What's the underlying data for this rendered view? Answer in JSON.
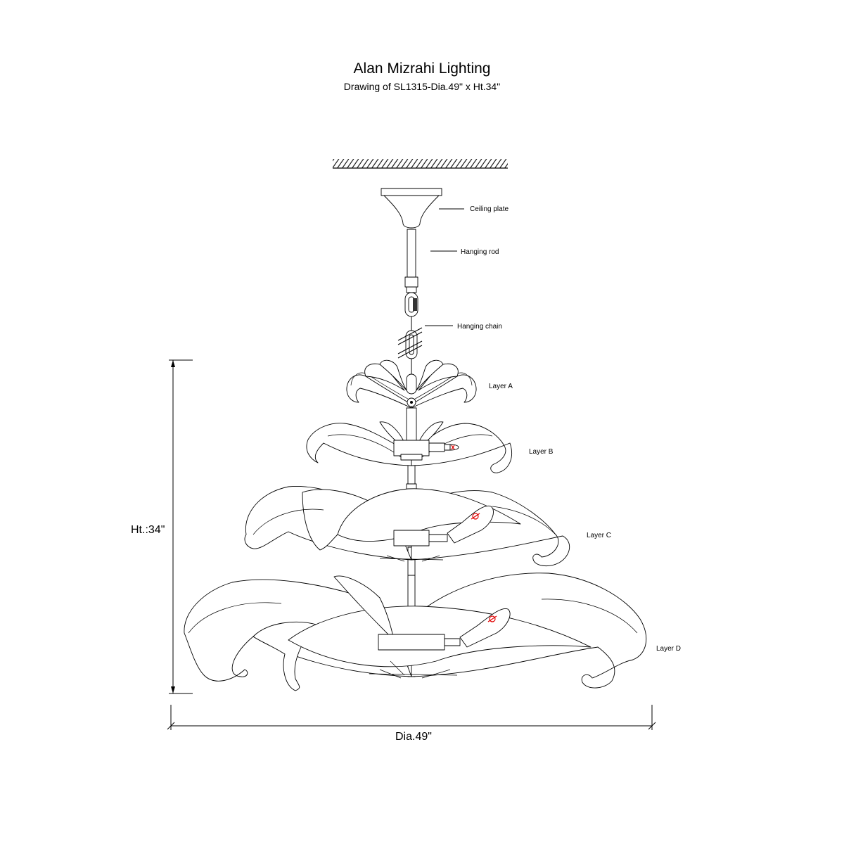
{
  "header": {
    "title": "Alan Mizrahi Lighting",
    "subtitle": "Drawing of SL1315-Dia.49\" x Ht.34\""
  },
  "labels": {
    "ceiling_plate": "Ceiling plate",
    "hanging_rod": "Hanging rod",
    "hanging_chain": "Hanging chain",
    "layer_a": "Layer A",
    "layer_b": "Layer B",
    "layer_c": "Layer C",
    "layer_d": "Layer D"
  },
  "dimensions": {
    "height": "Ht.:34\"",
    "diameter": "Dia.49\""
  },
  "colors": {
    "line": "#000000",
    "bulb_filament": "#e00000"
  }
}
